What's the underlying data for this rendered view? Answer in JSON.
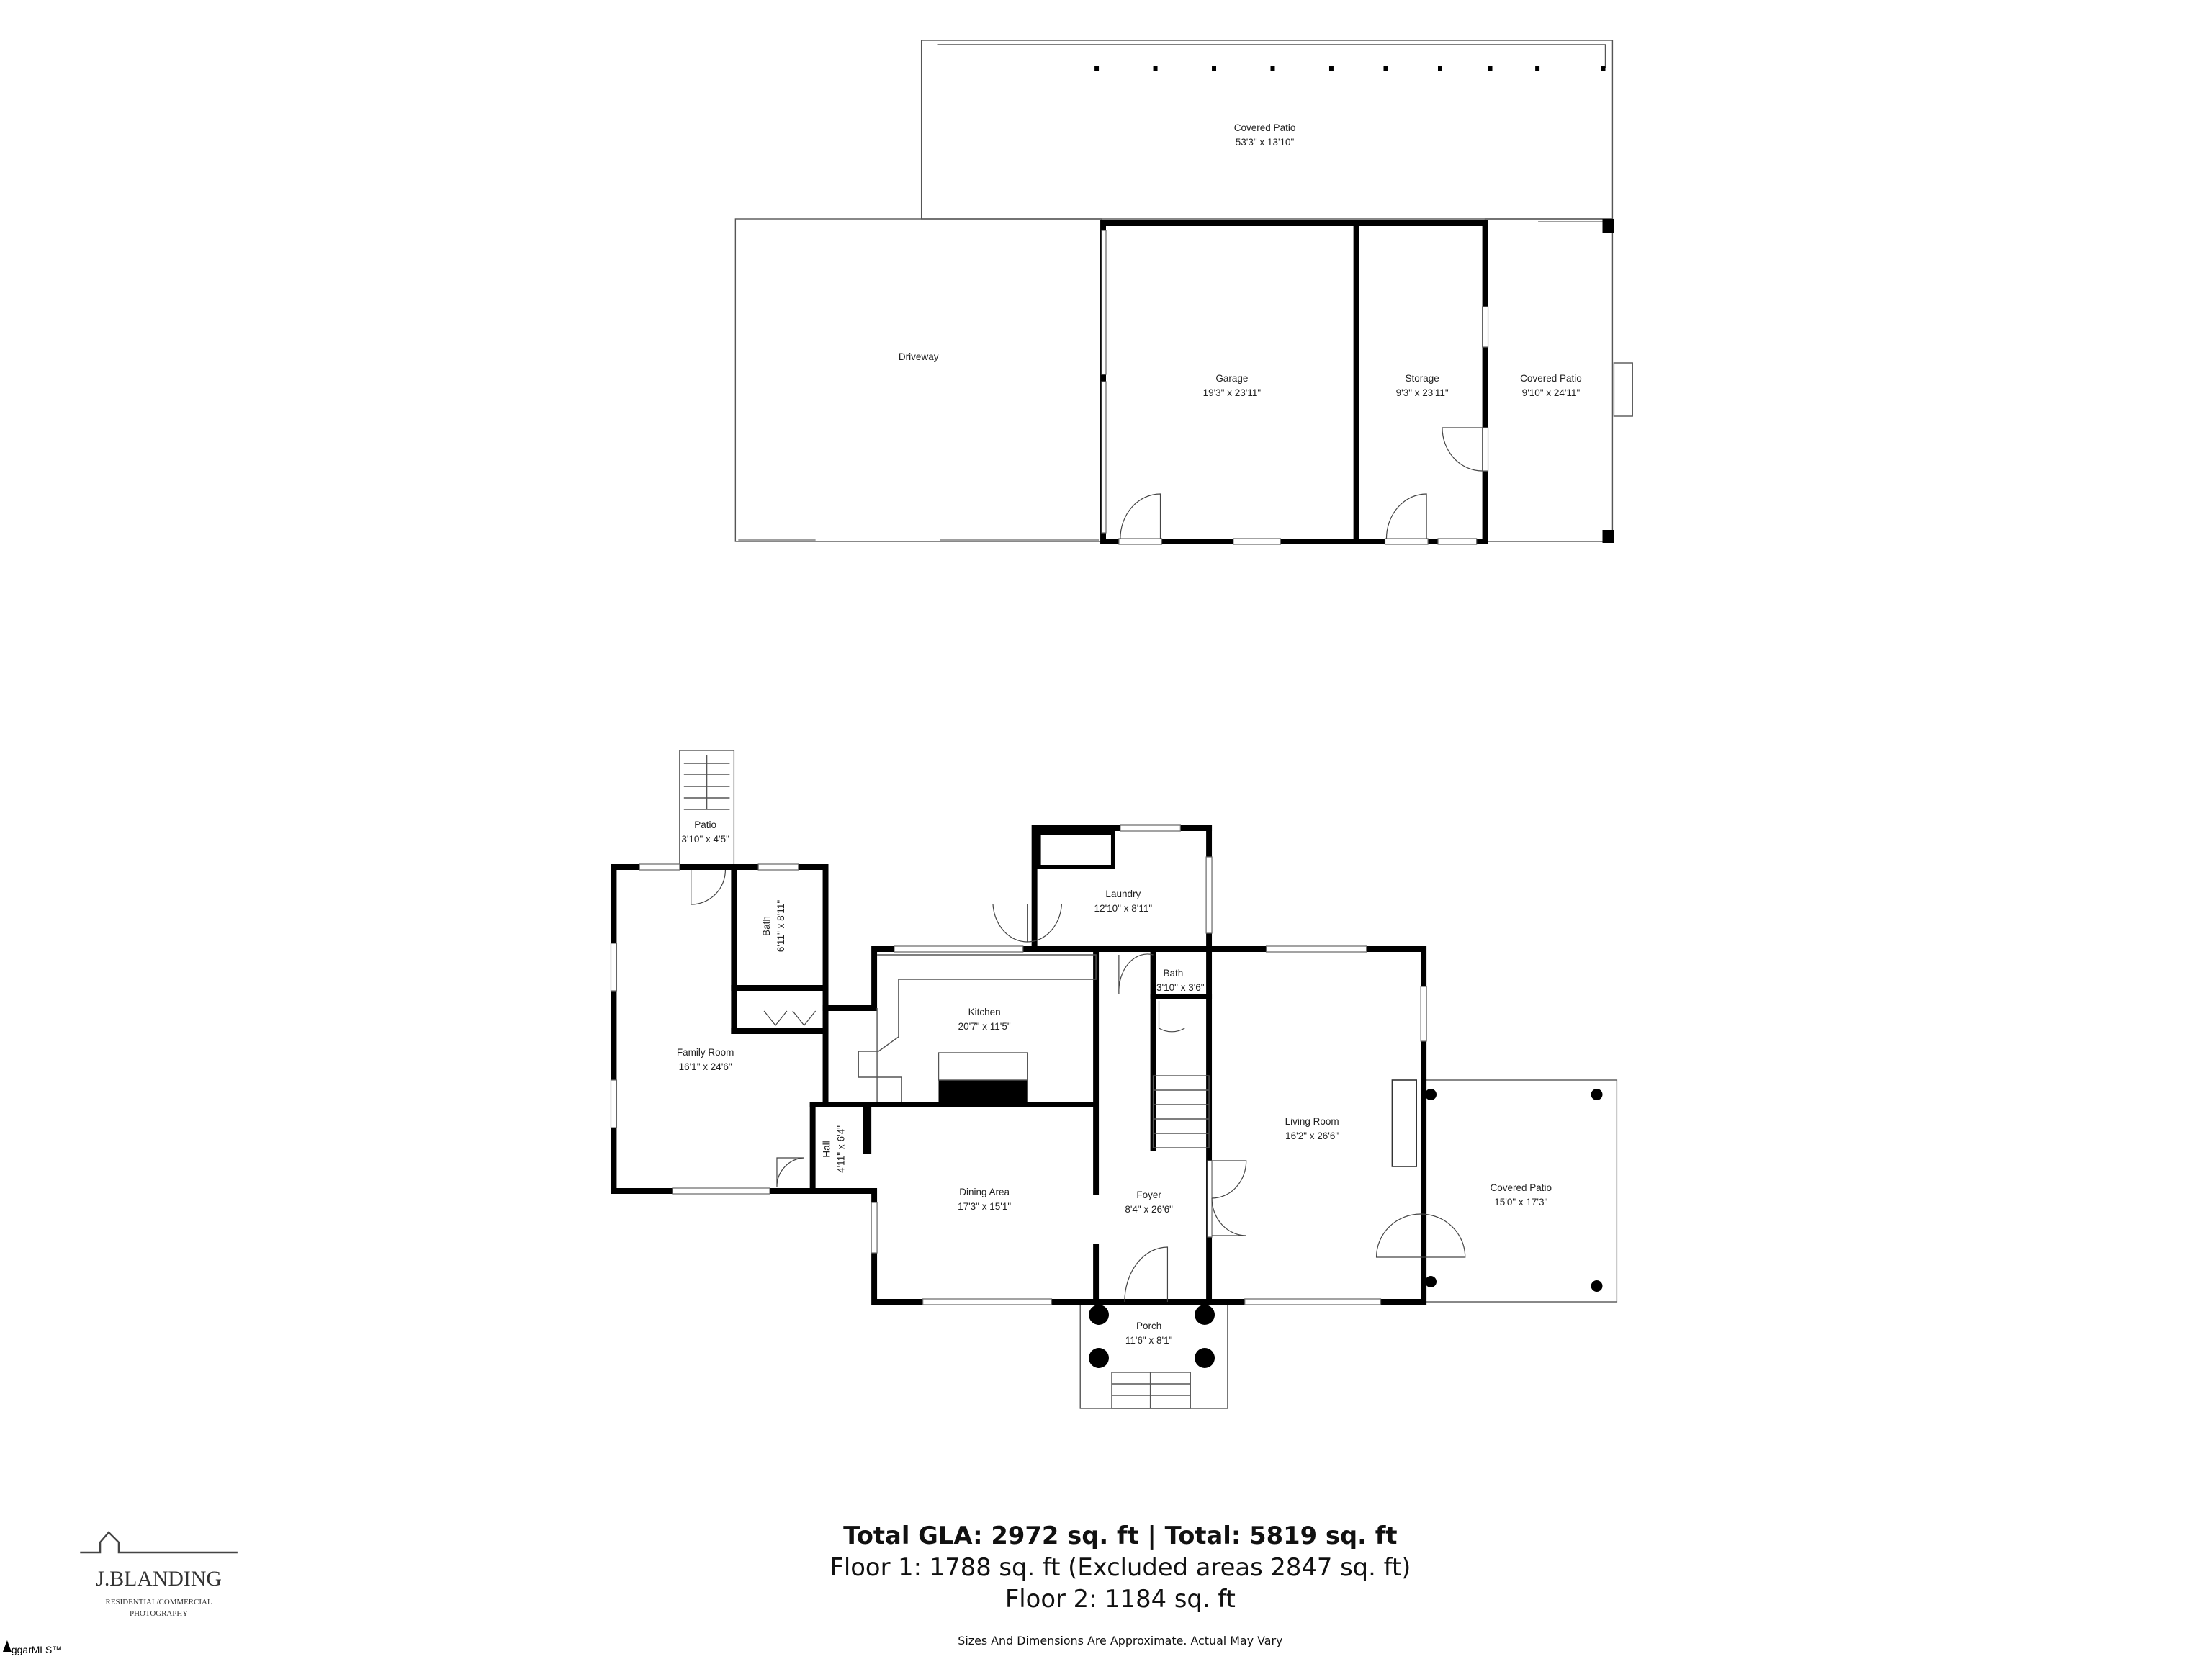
{
  "outbuilding": {
    "rooms": [
      {
        "name": "Covered Patio",
        "dims": "53'3\" x 13'10\""
      },
      {
        "name": "Driveway",
        "dims": ""
      },
      {
        "name": "Garage",
        "dims": "19'3\" x 23'11\""
      },
      {
        "name": "Storage",
        "dims": "9'3\" x 23'11\""
      },
      {
        "name": "Covered Patio",
        "dims": "9'10\" x 24'11\""
      }
    ]
  },
  "main_floor": {
    "rooms": [
      {
        "name": "Patio",
        "dims": "3'10\" x 4'5\""
      },
      {
        "name": "Bath",
        "dims": "6'11\" x 8'11\""
      },
      {
        "name": "Family Room",
        "dims": "16'1\" x 24'6\""
      },
      {
        "name": "Laundry",
        "dims": "12'10\" x 8'11\""
      },
      {
        "name": "Kitchen",
        "dims": "20'7\" x 11'5\""
      },
      {
        "name": "Bath",
        "dims": "3'10\" x 3'6\""
      },
      {
        "name": "Living Room",
        "dims": "16'2\" x 26'6\""
      },
      {
        "name": "Hall",
        "dims": "4'11\" x 6'4\""
      },
      {
        "name": "Dining Area",
        "dims": "17'3\" x 15'1\""
      },
      {
        "name": "Foyer",
        "dims": "8'4\" x 26'6\""
      },
      {
        "name": "Covered Patio",
        "dims": "15'0\" x 17'3\""
      },
      {
        "name": "Porch",
        "dims": "11'6\" x 8'1\""
      }
    ]
  },
  "summary": {
    "total": "Total GLA: 2972 sq. ft | Total: 5819 sq. ft",
    "floor1": "Floor 1: 1788 sq. ft (Excluded areas 2847 sq. ft)",
    "floor2": "Floor 2: 1184 sq. ft",
    "disclaimer": "Sizes And Dimensions Are Approximate. Actual May Vary"
  },
  "logo": {
    "name": "J.BLANDING",
    "line1": "RESIDENTIAL/COMMERCIAL",
    "line2": "PHOTOGRAPHY"
  },
  "watermark": "ggarMLS™"
}
